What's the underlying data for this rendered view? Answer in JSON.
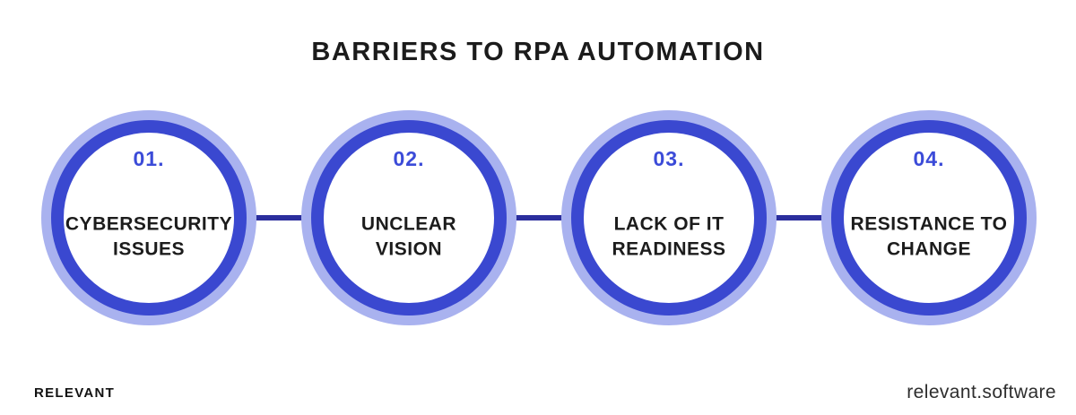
{
  "title": "BARRIERS TO RPA AUTOMATION",
  "steps": [
    {
      "number": "01.",
      "lines": [
        "CYBERSECURITY",
        "ISSUES"
      ]
    },
    {
      "number": "02.",
      "lines": [
        "UNCLEAR",
        "VISION"
      ]
    },
    {
      "number": "03.",
      "lines": [
        "LACK OF IT",
        "READINESS"
      ]
    },
    {
      "number": "04.",
      "lines": [
        "RESISTANCE TO",
        "CHANGE"
      ]
    }
  ],
  "footer": {
    "brand": "RELEVANT",
    "website": "relevant.software"
  },
  "colors": {
    "ring_blue": "#3a48d0",
    "halo_light_blue": "#a9b2ef",
    "number_blue": "#3b4bd8",
    "connector_navy": "#2b2e9d",
    "text_dark": "#1c1c1c",
    "background": "#ffffff"
  }
}
